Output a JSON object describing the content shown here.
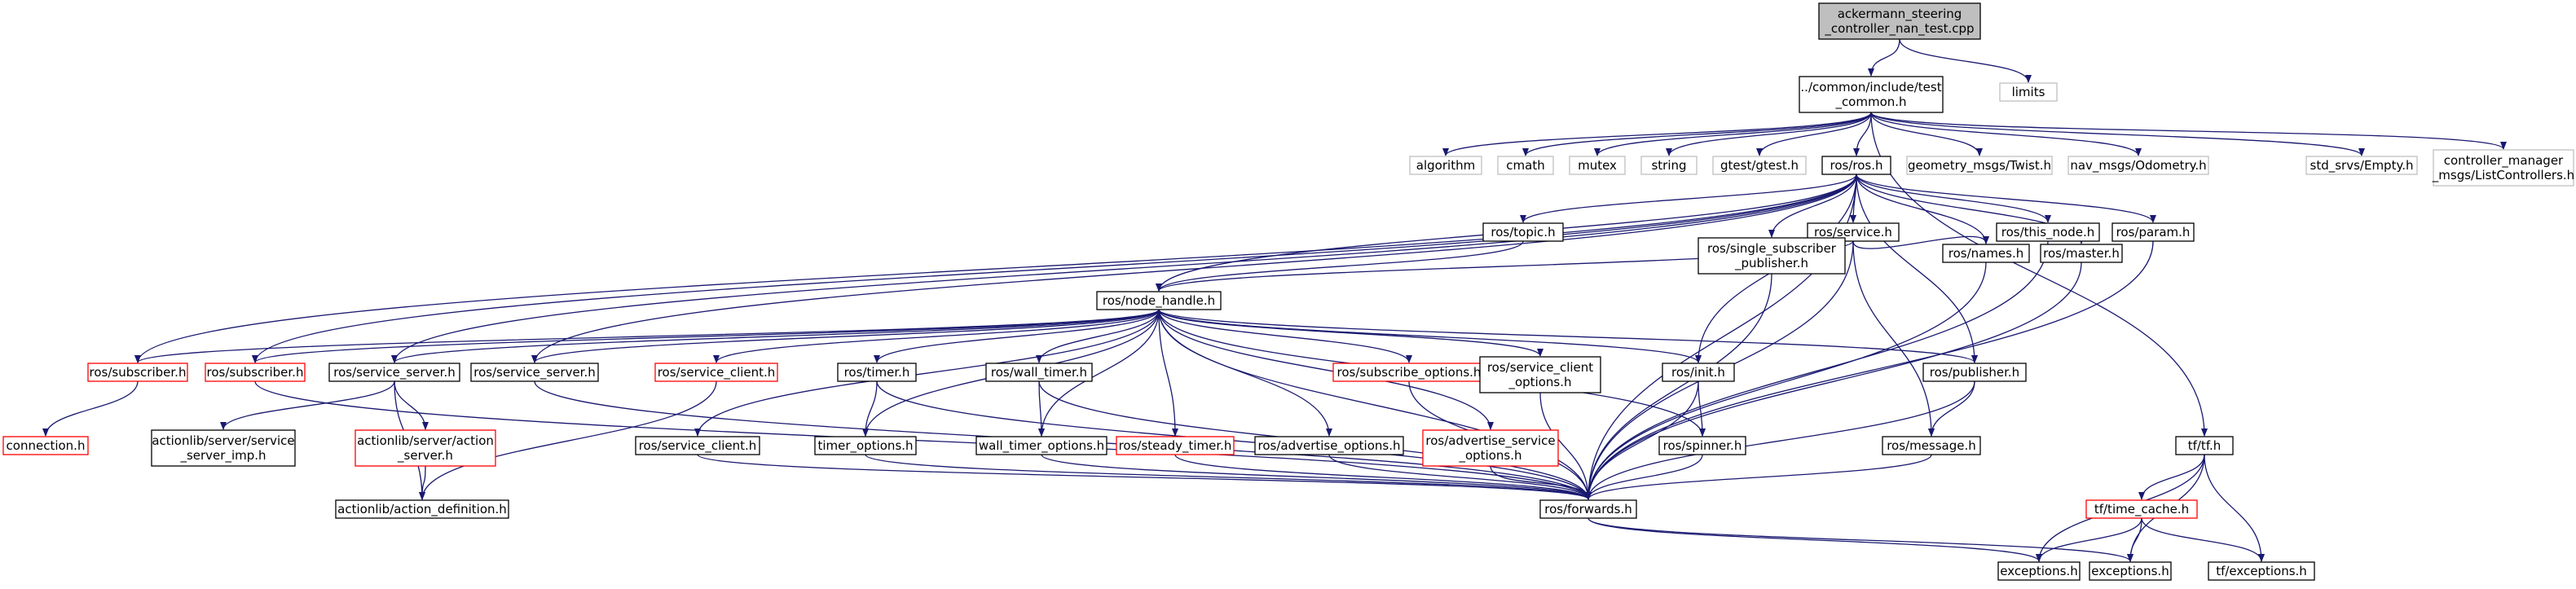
{
  "colors": {
    "edge": "#191970",
    "border_default": "#000000",
    "border_missing": "#bfbfbf",
    "border_link": "#ff0000",
    "fill_root": "#bfbfbf",
    "fill_default": "#ffffff"
  },
  "diagram": {
    "type": "include-dependency-graph",
    "nodes": [
      {
        "id": "root",
        "label": [
          "ackermann_steering",
          "_controller_nan_test.cpp"
        ],
        "kind": "root"
      },
      {
        "id": "limits",
        "label": [
          "limits"
        ],
        "kind": "missing"
      },
      {
        "id": "test_common",
        "label": [
          "../common/include/test",
          "_common.h"
        ],
        "kind": "default"
      },
      {
        "id": "algorithm",
        "label": [
          "algorithm"
        ],
        "kind": "missing"
      },
      {
        "id": "cmath",
        "label": [
          "cmath"
        ],
        "kind": "missing"
      },
      {
        "id": "mutex",
        "label": [
          "mutex"
        ],
        "kind": "missing"
      },
      {
        "id": "string",
        "label": [
          "string"
        ],
        "kind": "missing"
      },
      {
        "id": "gtest",
        "label": [
          "gtest/gtest.h"
        ],
        "kind": "missing"
      },
      {
        "id": "ros_ros",
        "label": [
          "ros/ros.h"
        ],
        "kind": "default"
      },
      {
        "id": "twist",
        "label": [
          "geometry_msgs/Twist.h"
        ],
        "kind": "missing"
      },
      {
        "id": "odometry",
        "label": [
          "nav_msgs/Odometry.h"
        ],
        "kind": "missing"
      },
      {
        "id": "empty",
        "label": [
          "std_srvs/Empty.h"
        ],
        "kind": "missing"
      },
      {
        "id": "listcontrollers",
        "label": [
          "controller_manager",
          "_msgs/ListControllers.h"
        ],
        "kind": "missing"
      },
      {
        "id": "topic",
        "label": [
          "ros/topic.h"
        ],
        "kind": "default"
      },
      {
        "id": "service",
        "label": [
          "ros/service.h"
        ],
        "kind": "default"
      },
      {
        "id": "this_node",
        "label": [
          "ros/this_node.h"
        ],
        "kind": "default"
      },
      {
        "id": "param",
        "label": [
          "ros/param.h"
        ],
        "kind": "default"
      },
      {
        "id": "single_sub",
        "label": [
          "ros/single_subscriber",
          "_publisher.h"
        ],
        "kind": "default"
      },
      {
        "id": "names",
        "label": [
          "ros/names.h"
        ],
        "kind": "default"
      },
      {
        "id": "master",
        "label": [
          "ros/master.h"
        ],
        "kind": "default"
      },
      {
        "id": "node_handle",
        "label": [
          "ros/node_handle.h"
        ],
        "kind": "default"
      },
      {
        "id": "subscriber_a",
        "label": [
          "ros/subscriber.h"
        ],
        "kind": "link"
      },
      {
        "id": "subscriber_b",
        "label": [
          "ros/subscriber.h"
        ],
        "kind": "link"
      },
      {
        "id": "service_server_a",
        "label": [
          "ros/service_server.h"
        ],
        "kind": "default"
      },
      {
        "id": "service_server_b",
        "label": [
          "ros/service_server.h"
        ],
        "kind": "default"
      },
      {
        "id": "service_client",
        "label": [
          "ros/service_client.h"
        ],
        "kind": "link"
      },
      {
        "id": "timer",
        "label": [
          "ros/timer.h"
        ],
        "kind": "default"
      },
      {
        "id": "wall_timer",
        "label": [
          "ros/wall_timer.h"
        ],
        "kind": "default"
      },
      {
        "id": "subscribe_options",
        "label": [
          "ros/subscribe_options.h"
        ],
        "kind": "link"
      },
      {
        "id": "service_client_options",
        "label": [
          "ros/service_client",
          "_options.h"
        ],
        "kind": "default"
      },
      {
        "id": "init",
        "label": [
          "ros/init.h"
        ],
        "kind": "default"
      },
      {
        "id": "publisher",
        "label": [
          "ros/publisher.h"
        ],
        "kind": "default"
      },
      {
        "id": "connection",
        "label": [
          "connection.h"
        ],
        "kind": "link"
      },
      {
        "id": "service_server_imp",
        "label": [
          "actionlib/server/service",
          "_server_imp.h"
        ],
        "kind": "default"
      },
      {
        "id": "action_server",
        "label": [
          "actionlib/server/action",
          "_server.h"
        ],
        "kind": "link"
      },
      {
        "id": "service_client_h",
        "label": [
          "ros/service_client.h"
        ],
        "kind": "default"
      },
      {
        "id": "timer_options",
        "label": [
          "timer_options.h"
        ],
        "kind": "default"
      },
      {
        "id": "wall_timer_options",
        "label": [
          "wall_timer_options.h"
        ],
        "kind": "default"
      },
      {
        "id": "steady_timer",
        "label": [
          "ros/steady_timer.h"
        ],
        "kind": "link"
      },
      {
        "id": "advertise_options",
        "label": [
          "ros/advertise_options.h"
        ],
        "kind": "default"
      },
      {
        "id": "advertise_service_options",
        "label": [
          "ros/advertise_service",
          "_options.h"
        ],
        "kind": "link"
      },
      {
        "id": "spinner",
        "label": [
          "ros/spinner.h"
        ],
        "kind": "default"
      },
      {
        "id": "message",
        "label": [
          "ros/message.h"
        ],
        "kind": "default"
      },
      {
        "id": "action_definition",
        "label": [
          "actionlib/action_definition.h"
        ],
        "kind": "default"
      },
      {
        "id": "forwards",
        "label": [
          "ros/forwards.h"
        ],
        "kind": "default"
      },
      {
        "id": "tf_tf",
        "label": [
          "tf/tf.h"
        ],
        "kind": "default"
      },
      {
        "id": "time_cache",
        "label": [
          "tf/time_cache.h"
        ],
        "kind": "link"
      },
      {
        "id": "exceptions_a",
        "label": [
          "exceptions.h"
        ],
        "kind": "default"
      },
      {
        "id": "exceptions_b",
        "label": [
          "exceptions.h"
        ],
        "kind": "default"
      },
      {
        "id": "tf_exceptions",
        "label": [
          "tf/exceptions.h"
        ],
        "kind": "default"
      }
    ],
    "edges": [
      [
        "root",
        "test_common"
      ],
      [
        "root",
        "limits"
      ],
      [
        "test_common",
        "algorithm"
      ],
      [
        "test_common",
        "cmath"
      ],
      [
        "test_common",
        "mutex"
      ],
      [
        "test_common",
        "string"
      ],
      [
        "test_common",
        "gtest"
      ],
      [
        "test_common",
        "ros_ros"
      ],
      [
        "test_common",
        "twist"
      ],
      [
        "test_common",
        "odometry"
      ],
      [
        "test_common",
        "empty"
      ],
      [
        "test_common",
        "listcontrollers"
      ],
      [
        "test_common",
        "tf_tf"
      ],
      [
        "ros_ros",
        "topic"
      ],
      [
        "ros_ros",
        "service"
      ],
      [
        "ros_ros",
        "this_node"
      ],
      [
        "ros_ros",
        "param"
      ],
      [
        "ros_ros",
        "single_sub"
      ],
      [
        "ros_ros",
        "names"
      ],
      [
        "ros_ros",
        "master"
      ],
      [
        "ros_ros",
        "node_handle"
      ],
      [
        "ros_ros",
        "subscriber_a"
      ],
      [
        "ros_ros",
        "subscriber_b"
      ],
      [
        "ros_ros",
        "service_server_a"
      ],
      [
        "ros_ros",
        "service_server_b"
      ],
      [
        "ros_ros",
        "init"
      ],
      [
        "ros_ros",
        "publisher"
      ],
      [
        "ros_ros",
        "forwards"
      ],
      [
        "topic",
        "node_handle"
      ],
      [
        "service",
        "node_handle"
      ],
      [
        "service",
        "names"
      ],
      [
        "service",
        "message"
      ],
      [
        "service",
        "forwards"
      ],
      [
        "this_node",
        "forwards"
      ],
      [
        "param",
        "forwards"
      ],
      [
        "single_sub",
        "forwards"
      ],
      [
        "names",
        "forwards"
      ],
      [
        "master",
        "forwards"
      ],
      [
        "node_handle",
        "subscriber_a"
      ],
      [
        "node_handle",
        "subscriber_b"
      ],
      [
        "node_handle",
        "service_server_a"
      ],
      [
        "node_handle",
        "service_server_b"
      ],
      [
        "node_handle",
        "service_client"
      ],
      [
        "node_handle",
        "timer"
      ],
      [
        "node_handle",
        "wall_timer"
      ],
      [
        "node_handle",
        "subscribe_options"
      ],
      [
        "node_handle",
        "service_client_options"
      ],
      [
        "node_handle",
        "init"
      ],
      [
        "node_handle",
        "publisher"
      ],
      [
        "node_handle",
        "service_client_h"
      ],
      [
        "node_handle",
        "timer_options"
      ],
      [
        "node_handle",
        "wall_timer_options"
      ],
      [
        "node_handle",
        "steady_timer"
      ],
      [
        "node_handle",
        "advertise_options"
      ],
      [
        "node_handle",
        "advertise_service_options"
      ],
      [
        "node_handle",
        "spinner"
      ],
      [
        "node_handle",
        "forwards"
      ],
      [
        "subscriber_a",
        "connection"
      ],
      [
        "subscriber_b",
        "forwards"
      ],
      [
        "service_server_a",
        "service_server_imp"
      ],
      [
        "service_server_a",
        "action_server"
      ],
      [
        "service_server_a",
        "action_definition"
      ],
      [
        "service_server_b",
        "forwards"
      ],
      [
        "service_client",
        "action_definition"
      ],
      [
        "action_server",
        "action_definition"
      ],
      [
        "timer",
        "timer_options"
      ],
      [
        "timer",
        "forwards"
      ],
      [
        "wall_timer",
        "wall_timer_options"
      ],
      [
        "wall_timer",
        "forwards"
      ],
      [
        "subscribe_options",
        "forwards"
      ],
      [
        "service_client_options",
        "forwards"
      ],
      [
        "init",
        "spinner"
      ],
      [
        "init",
        "forwards"
      ],
      [
        "publisher",
        "message"
      ],
      [
        "publisher",
        "forwards"
      ],
      [
        "service_client_h",
        "forwards"
      ],
      [
        "timer_options",
        "forwards"
      ],
      [
        "wall_timer_options",
        "forwards"
      ],
      [
        "steady_timer",
        "forwards"
      ],
      [
        "advertise_options",
        "forwards"
      ],
      [
        "advertise_service_options",
        "forwards"
      ],
      [
        "spinner",
        "forwards"
      ],
      [
        "message",
        "forwards"
      ],
      [
        "forwards",
        "exceptions_a"
      ],
      [
        "forwards",
        "exceptions_b"
      ],
      [
        "tf_tf",
        "exceptions_a"
      ],
      [
        "tf_tf",
        "time_cache"
      ],
      [
        "tf_tf",
        "exceptions_b"
      ],
      [
        "tf_tf",
        "tf_exceptions"
      ],
      [
        "time_cache",
        "exceptions_a"
      ],
      [
        "time_cache",
        "exceptions_b"
      ],
      [
        "time_cache",
        "tf_exceptions"
      ]
    ]
  }
}
